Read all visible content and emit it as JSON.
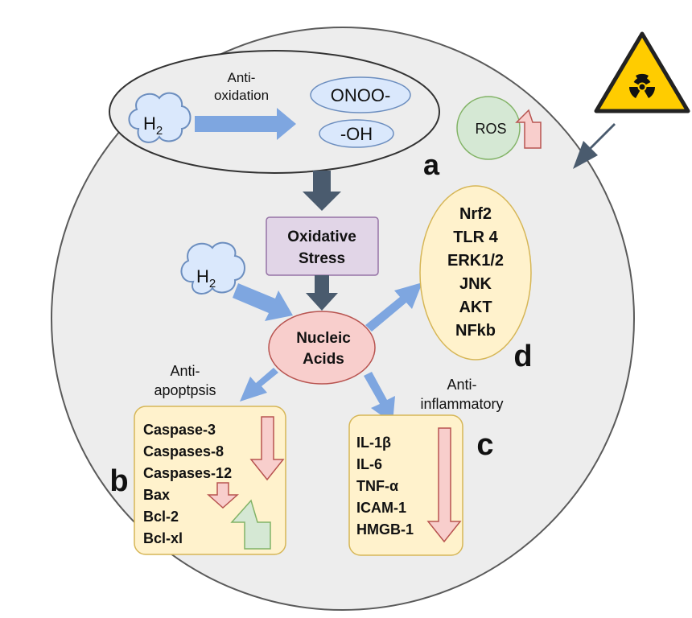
{
  "colors": {
    "cell_fill": "#ededed",
    "cell_stroke": "#5a5a5a",
    "blue_arrow": "#7ea6e0",
    "dark_arrow": "#4a5b6e",
    "cloud_fill": "#dae8fc",
    "cloud_stroke": "#6c8ebf",
    "oxidative_fill": "#e1d5e7",
    "oxidative_stroke": "#9673a6",
    "nucleic_fill": "#f8cecc",
    "nucleic_stroke": "#b85450",
    "yellow_fill": "#fff2cc",
    "yellow_stroke": "#d6b656",
    "ros_fill": "#d5e8d4",
    "ros_stroke": "#82b366",
    "down_arrow_fill": "#f8cecc",
    "down_arrow_stroke": "#b85450",
    "up_arrow_fill": "#d5e8d4",
    "up_arrow_stroke": "#82b366",
    "hazard_fill": "#ffcc00"
  },
  "icons": {
    "radiation": "radiation-hazard-icon",
    "cloud": "hydrogen-cloud-icon"
  },
  "top_group": {
    "h2": {
      "main": "H",
      "sub": "2"
    },
    "anti_oxidation": [
      "Anti-",
      "oxidation"
    ],
    "onoo": "ONOO-",
    "oh": "-OH",
    "label": "a"
  },
  "ros": {
    "label": "ROS"
  },
  "oxidative_stress": [
    "Oxidative",
    "Stress"
  ],
  "h2_left": {
    "main": "H",
    "sub": "2"
  },
  "nucleic_acids": [
    "Nucleic",
    "Acids"
  ],
  "panel_d": {
    "items": [
      "Nrf2",
      "TLR 4",
      "ERK1/2",
      "JNK",
      "AKT",
      "NFkb"
    ],
    "label": "d"
  },
  "panel_b": {
    "title": [
      "Anti-",
      "apoptpsis"
    ],
    "items": [
      "Caspase-3",
      "Caspases-8",
      "Caspases-12",
      "Bax",
      "Bcl-2",
      "Bcl-xl"
    ],
    "label": "b"
  },
  "panel_c": {
    "title": [
      "Anti-",
      "inflammatory"
    ],
    "items": [
      "IL-1β",
      "IL-6",
      "TNF-α",
      "ICAM-1",
      "HMGB-1"
    ],
    "label": "c"
  }
}
